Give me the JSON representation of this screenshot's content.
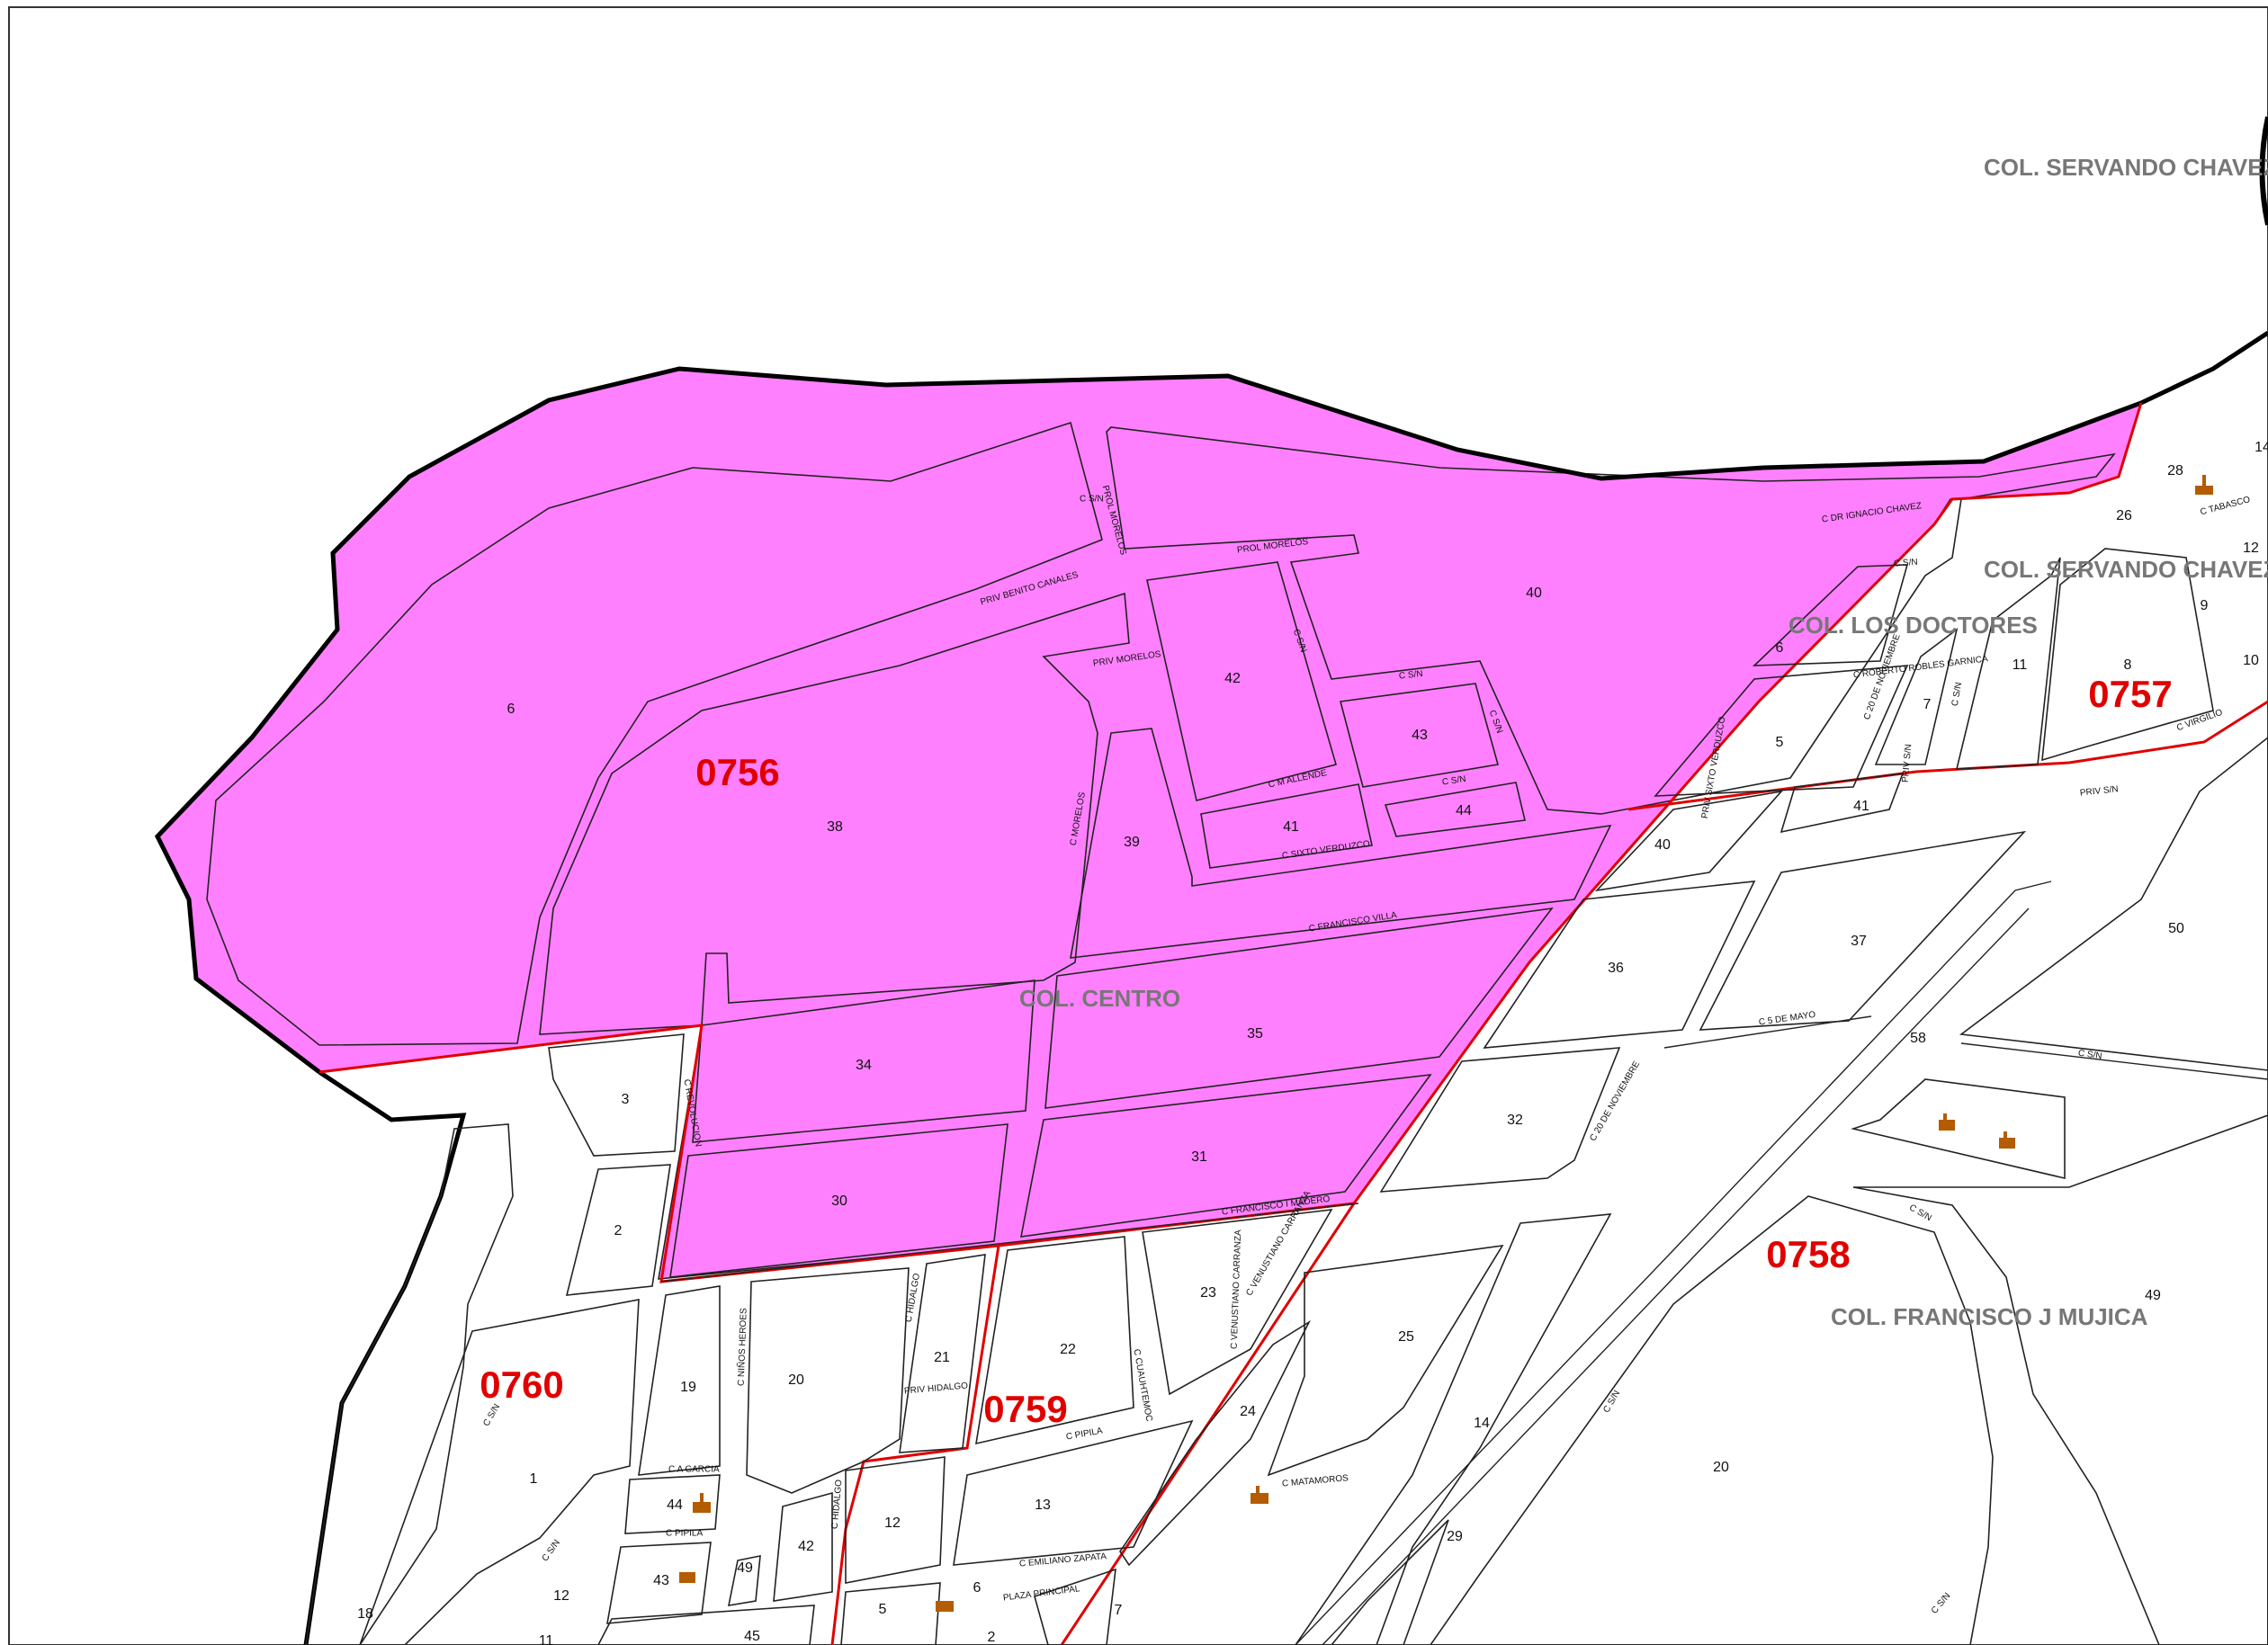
{
  "colors": {
    "selected_ageb_fill": "#ff80ff",
    "ageb_boundary": "#e00000",
    "outer_boundary": "#000000",
    "ageb_label": "#e00000",
    "colonia_label": "#777777",
    "landmark_icon": "#b35c00"
  },
  "ageb_labels": [
    "0756",
    "0757",
    "0758",
    "0759",
    "0760"
  ],
  "colonia_labels": [
    "COL. SERVANDO CHAVEZ",
    "COL. SERVANDO CHAVEZ",
    "COL. LOS DOCTORES",
    "COL. CENTRO",
    "COL. FRANCISCO J MUJICA"
  ],
  "street_labels": [
    "PROL MORELOS",
    "PROL MORELOS",
    "C DR IGNACIO CHAVEZ",
    "C S/N",
    "PRIV BENITO CANALES",
    "PRIV MORELOS",
    "C S/N",
    "C S/N",
    "C S/N",
    "C M ALLENDE",
    "C S/N",
    "C SIXTO VERDUZCO",
    "C MORELOS",
    "C FRANCISCO VILLA",
    "C ROBERTO ROBLES GARNICA",
    "C 20 DE NOVIEMBRE",
    "PRIV S/N",
    "PRIV SIXTO VERDUZCO",
    "C S/N",
    "C TABASCO",
    "PRIV S/N",
    "C 5 DE MAYO",
    "C S/N",
    "C 20 DE NOVIEMBRE",
    "C REVOLUCION",
    "C FRANCISCO I MADERO",
    "C HIDALGO",
    "PRIV HIDALGO",
    "C NIÑOS HEROES",
    "C CUAUHTEMOC",
    "C VENUSTIANO CARRANZA",
    "C VENUSTIANO CARRANZA",
    "C PIPILA",
    "C A GARCIA",
    "C PIPILA",
    "C MATAMOROS",
    "C EMILIANO ZAPATA",
    "PLAZA PRINCIPAL",
    "C HIDALGO",
    "C S/N",
    "C S/N",
    "C S/N",
    "C S/N",
    "C S/N",
    "C S/N",
    "C VIRGILIO"
  ],
  "block_numbers": [
    "6",
    "38",
    "40",
    "42",
    "43",
    "44",
    "41",
    "39",
    "34",
    "35",
    "31",
    "30",
    "3",
    "2",
    "19",
    "20",
    "21",
    "22",
    "23",
    "24",
    "25",
    "14",
    "29",
    "20",
    "13",
    "12",
    "42",
    "49",
    "43",
    "44",
    "1",
    "12",
    "18",
    "11",
    "45",
    "5",
    "6",
    "2",
    "7",
    "32",
    "36",
    "37",
    "58",
    "50",
    "49",
    "40",
    "41",
    "5",
    "6",
    "7",
    "11",
    "8",
    "9",
    "10",
    "12",
    "26",
    "28",
    "14"
  ]
}
